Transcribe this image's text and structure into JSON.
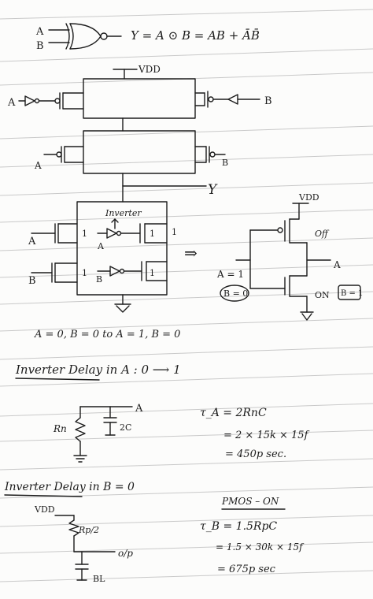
{
  "xor_section": {
    "input_a": "A",
    "input_b": "B",
    "equation": "Y = A ⊙ B = AB + ĀB̄"
  },
  "cmos_circuit": {
    "vdd_label": "VDD",
    "left_input": "A",
    "right_input": "B",
    "lower_left_input": "A",
    "lower_right_input": "B",
    "output_label": "Y"
  },
  "pulldown_network": {
    "inverter_label": "Inverter",
    "input_a": "A",
    "input_b": "B",
    "under_inv_a": "A",
    "under_inv_b": "B",
    "node_marks": [
      "1",
      "1",
      "1",
      "1",
      "1"
    ],
    "arrow": "⇒"
  },
  "equivalent_circuit": {
    "vdd_label": "VDD",
    "off_label": "Off",
    "on_label": "ON",
    "output_label": "A",
    "a_condition": "A = 1",
    "b_condition_left": "B = 0",
    "b_condition_right": "B = 1"
  },
  "transition_note": "A = 0,  B = 0  to  A = 1,  B = 0",
  "inverter_delay_a": {
    "heading": "Inverter Delay in A : 0 ⟶ 1",
    "node_label": "A",
    "resistor_label": "Rn",
    "cap_label": "2C",
    "line1": "τ_A = 2RnC",
    "line2": "= 2 × 15k × 15f",
    "line3": "= 450p sec."
  },
  "inverter_delay_b": {
    "heading": "Inverter Delay in B = 0",
    "vdd_label": "VDD",
    "resistor_label": "Rp/2",
    "out_label": "o/p",
    "cap_label": "BL",
    "pmos_on": "PMOS – ON",
    "line1": "τ_B = 1.5RpC",
    "line2": "= 1.5 × 30k × 15f",
    "line3": "= 675p sec"
  }
}
